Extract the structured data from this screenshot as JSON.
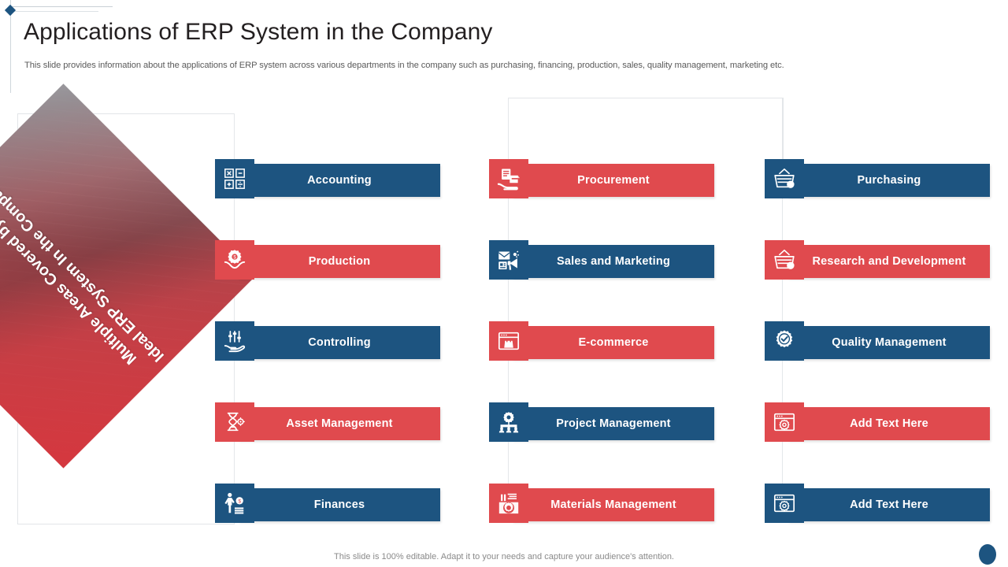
{
  "header": {
    "title": "Applications of ERP System in the Company",
    "subtitle": "This slide provides information about the applications of ERP system across various departments in the company such as purchasing, financing, production, sales, quality management, marketing etc."
  },
  "banner": {
    "text": "Multiple Areas Covered by an Ideal ERP System In the Company"
  },
  "colors": {
    "blue": "#1d5480",
    "red": "#e04a4e",
    "title_text": "#231f20",
    "subtitle_text": "#5b5b5b",
    "footer_text": "#8a8a8a",
    "bracket_line": "#e2e5e8"
  },
  "columns": [
    {
      "name": "column-1",
      "items": [
        {
          "label": "Accounting",
          "color": "blue",
          "icon": "calculator-icon"
        },
        {
          "label": "Production",
          "color": "red",
          "icon": "hands-gear-money-icon"
        },
        {
          "label": "Controlling",
          "color": "blue",
          "icon": "hand-sliders-icon"
        },
        {
          "label": "Asset Management",
          "color": "red",
          "icon": "hourglass-gear-icon"
        },
        {
          "label": "Finances",
          "color": "blue",
          "icon": "person-money-stack-icon"
        }
      ]
    },
    {
      "name": "column-2",
      "items": [
        {
          "label": "Procurement",
          "color": "red",
          "icon": "hand-document-box-icon"
        },
        {
          "label": "Sales and Marketing",
          "color": "blue",
          "icon": "envelope-megaphone-icon"
        },
        {
          "label": "E-commerce",
          "color": "red",
          "icon": "browser-bag-icon"
        },
        {
          "label": "Project Management",
          "color": "blue",
          "icon": "gear-team-hierarchy-icon"
        },
        {
          "label": "Materials Management",
          "color": "red",
          "icon": "factory-gear-icon"
        }
      ]
    },
    {
      "name": "column-3",
      "items": [
        {
          "label": "Purchasing",
          "color": "blue",
          "icon": "shopping-basket-plus-icon"
        },
        {
          "label": "Research and Development",
          "color": "red",
          "icon": "shopping-basket-plus-icon"
        },
        {
          "label": "Quality Management",
          "color": "blue",
          "icon": "gear-check-icon"
        },
        {
          "label": "Add  Text Here",
          "color": "red",
          "icon": "browser-gear-icon"
        },
        {
          "label": "Add  Text Here",
          "color": "blue",
          "icon": "browser-gear-icon"
        }
      ]
    }
  ],
  "footer": {
    "note": "This slide is 100% editable. Adapt it to your needs and capture your audience's attention."
  }
}
